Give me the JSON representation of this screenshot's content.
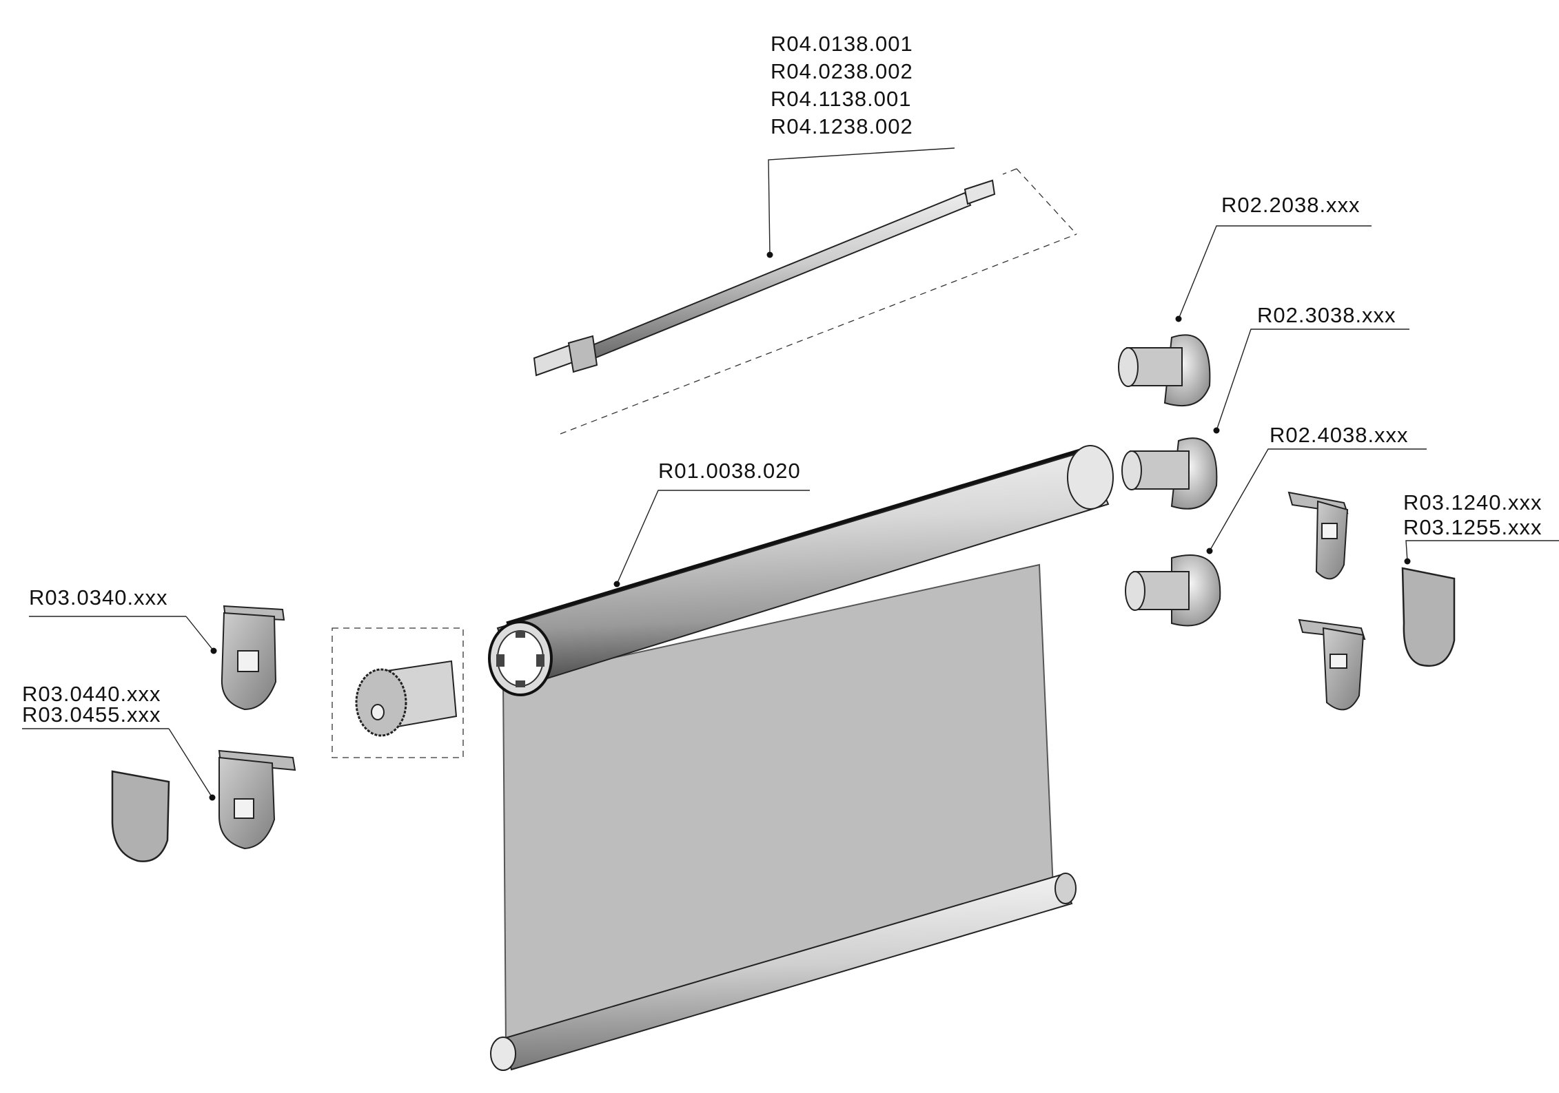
{
  "labels": {
    "shaft": [
      "R04.0138.001",
      "R04.0238.002",
      "R04.1138.001",
      "R04.1238.002"
    ],
    "tube": "R01.0038.020",
    "clutch_1": "R02.2038.xxx",
    "clutch_2": "R02.3038.xxx",
    "clutch_3": "R02.4038.xxx",
    "bracket_right": [
      "R03.1240.xxx",
      "R03.1255.xxx"
    ],
    "bracket_left_top": "R03.0340.xxx",
    "bracket_left_bottom": [
      "R03.0440.xxx",
      "R03.0455.xxx"
    ]
  }
}
